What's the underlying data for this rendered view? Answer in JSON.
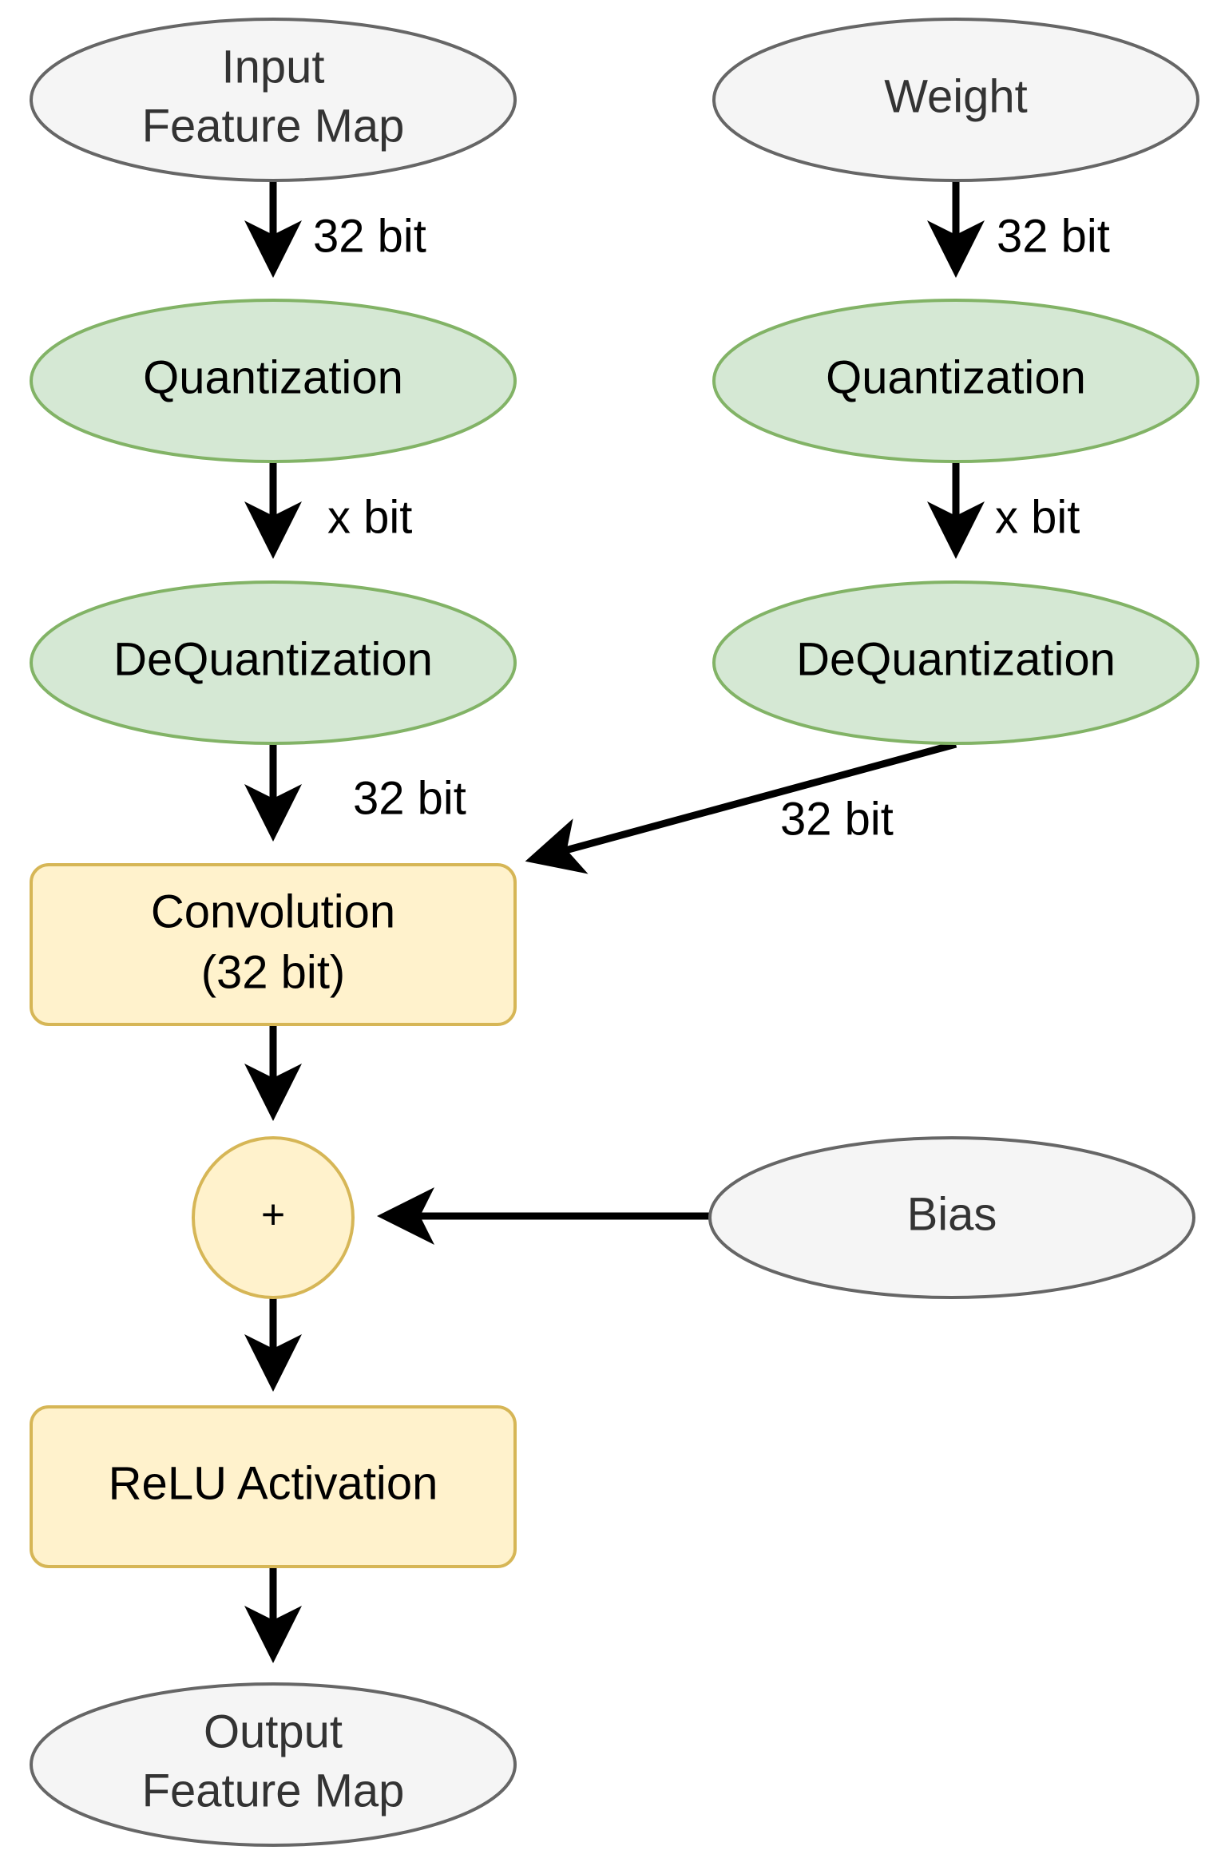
{
  "nodes": {
    "input_feature_map": {
      "line1": "Input",
      "line2": "Feature Map"
    },
    "weight": {
      "label": "Weight"
    },
    "quant_left": {
      "label": "Quantization"
    },
    "quant_right": {
      "label": "Quantization"
    },
    "dequant_left": {
      "label": "DeQuantization"
    },
    "dequant_right": {
      "label": "DeQuantization"
    },
    "convolution": {
      "line1": "Convolution",
      "line2": "(32 bit)"
    },
    "add": {
      "label": "+"
    },
    "bias": {
      "label": "Bias"
    },
    "relu": {
      "label": "ReLU Activation"
    },
    "output_feature_map": {
      "line1": "Output",
      "line2": "Feature Map"
    }
  },
  "edges": {
    "input_to_quant": {
      "label": "32 bit"
    },
    "weight_to_quant": {
      "label": "32 bit"
    },
    "quant_to_dequant_left": {
      "label": "x bit"
    },
    "quant_to_dequant_right": {
      "label": "x bit"
    },
    "dequant_left_to_conv": {
      "label": "32 bit"
    },
    "dequant_right_to_conv": {
      "label": "32 bit"
    }
  },
  "colors": {
    "gray_fill": "#f5f5f5",
    "gray_stroke": "#666666",
    "green_fill": "#d5e8d4",
    "green_stroke": "#82b366",
    "yellow_fill": "#fff2cc",
    "yellow_stroke": "#d6b656",
    "edge": "#000000"
  }
}
